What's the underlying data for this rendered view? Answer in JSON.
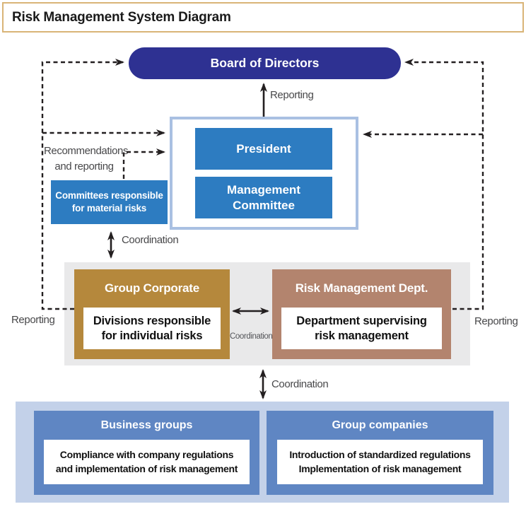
{
  "title": "Risk Management System Diagram",
  "board": {
    "label": "Board of Directors"
  },
  "executive": {
    "president": "President",
    "management_committee": "Management\nCommittee"
  },
  "committees": {
    "label": "Committees responsible\nfor material risks"
  },
  "middle": {
    "group_corporate": {
      "title": "Group Corporate",
      "detail": "Divisions responsible\nfor individual risks"
    },
    "risk_dept": {
      "title": "Risk Management Dept.",
      "detail": "Department supervising\nrisk management"
    }
  },
  "bottom": {
    "business_groups": {
      "title": "Business groups",
      "detail": "Compliance with company regulations\nand implementation of risk management"
    },
    "group_companies": {
      "title": "Group companies",
      "detail": "Introduction of standardized regulations\nImplementation of risk management"
    }
  },
  "labels": {
    "reporting_top": "Reporting",
    "recommendations": "Recommendations\nand reporting",
    "coordination_committees": "Coordination",
    "reporting_left": "Reporting",
    "reporting_right": "Reporting",
    "coordination_center": "Coordination",
    "coordination_bottom": "Coordination"
  },
  "colors": {
    "board_pill": "#2e3192",
    "blue_box": "#2d7cc1",
    "executive_border": "#a9c0e2",
    "gold_box": "#b5883c",
    "brown_box": "#b3846e",
    "gray_panel": "#e9e9ea",
    "bottom_panel": "#c3d1e9",
    "bottom_box": "#5f86c3",
    "title_border": "#d9b477",
    "line": "#231f20"
  }
}
